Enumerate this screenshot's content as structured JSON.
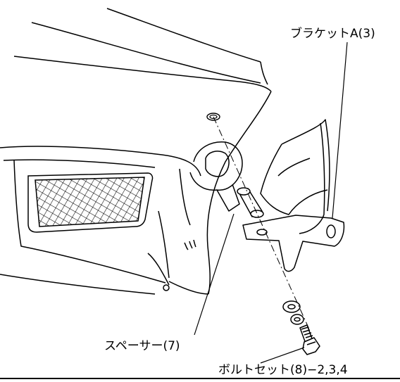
{
  "labels": {
    "bracket": "ブラケットA(3)",
    "spacer": "スペーサー(7)",
    "bolt_set": "ボルトセット(8)−2,3,4"
  },
  "colors": {
    "line": "#000000",
    "background": "#ffffff"
  }
}
